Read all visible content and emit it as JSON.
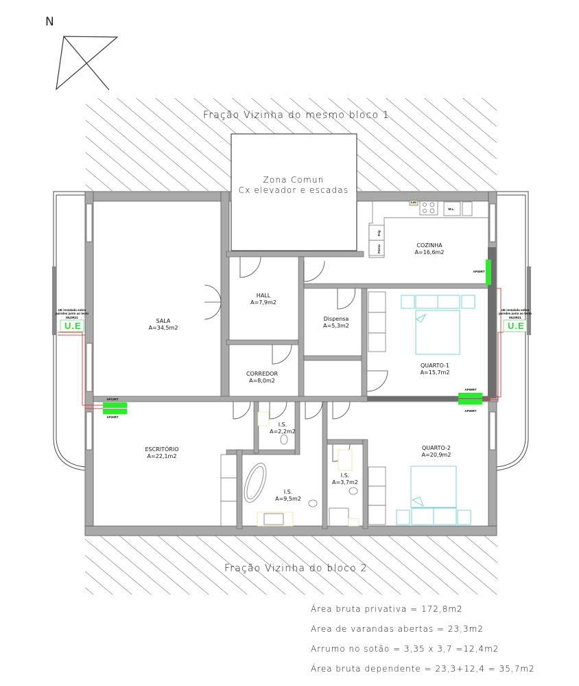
{
  "compass": {
    "label": "N"
  },
  "neighbors": {
    "top": "Fração Vizinha do mesmo bloco 1",
    "bottom": "Fração Vizinha do bloco 2"
  },
  "common_zone": {
    "line1": "Zona Comun",
    "line2": "Cx elevador e escadas"
  },
  "rooms": [
    {
      "name": "SALA",
      "area": "A=34,5m2"
    },
    {
      "name": "HALL",
      "area": "A=7,9m2"
    },
    {
      "name": "Dispensa",
      "area": "A=5,3m2"
    },
    {
      "name": "COZINHA",
      "area": "A=16,6m2"
    },
    {
      "name": "CORREDOR",
      "area": "A=8,0m2"
    },
    {
      "name": "QUARTO-1",
      "area": "A=15,7m2"
    },
    {
      "name": "ESCRITÓRIO",
      "area": "A=22,1m2"
    },
    {
      "name": "I.S.",
      "area": "A=2,2m2"
    },
    {
      "name": "I.S.",
      "area": "A=9,5m2"
    },
    {
      "name": "I.S.",
      "area": "A=3,7m2"
    },
    {
      "name": "QUARTO-2",
      "area": "A=20,9m2"
    }
  ],
  "kitchen_fixtures": {
    "sink": "Lav",
    "microwave": "M.L.",
    "fridge": "Frig",
    "oven": "Forno"
  },
  "equipment": {
    "left_ue": {
      "note": "UE instalada sobre",
      "note2": "paredes junto ao tecto",
      "code": "MU3R21",
      "label": "U.E"
    },
    "right_ue": {
      "note": "UE instalada sobre",
      "note2": "paredes junto ao tecto",
      "code": "MU3R21",
      "label": "U.E"
    },
    "units": {
      "sala": "AP12RT",
      "escritorio": "AP20RT",
      "cozinha": "AP09RT",
      "quarto1": "AP09RT",
      "quarto2": "AP09RT"
    }
  },
  "summary": [
    "Área bruta privativa = 172,8m2",
    "Area de varandas abertas = 23,3m2",
    "Arrumo no sotão = 3,35 x 3,7 =12,4m2",
    "Área bruta dependente = 23,3+12,4 = 35,7m2"
  ],
  "colors": {
    "wall": "#a9a9a9",
    "wall_dark": "#6e6e6e",
    "hatch": "#555555",
    "furniture_cyan": "#7ccfd6",
    "ac_green": "#33e633",
    "pipe_red": "#c0504d",
    "fixture_yellow": "#e6dfa0"
  }
}
